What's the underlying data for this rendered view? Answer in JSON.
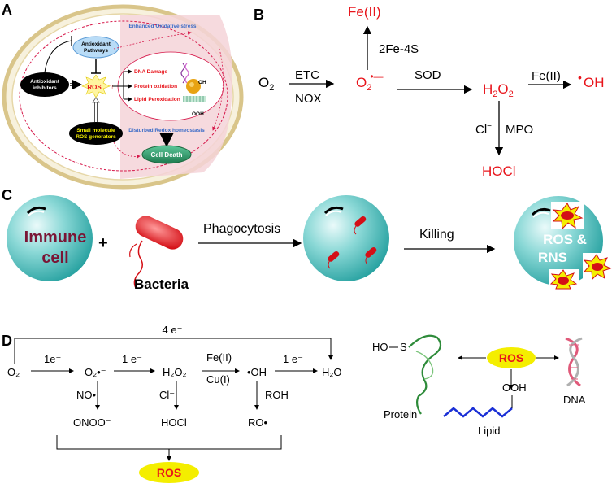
{
  "panels": {
    "a": {
      "letter": "A",
      "antioxidant_pathways": [
        "Antioxidant",
        "Pathways"
      ],
      "antioxidant_inhibitors": [
        "Antioxidant",
        "inhibitors"
      ],
      "small_molecule": [
        "Small molecule",
        "ROS generators"
      ],
      "ros": "ROS",
      "enhanced": "Enhanced Oxidative stress",
      "dna_damage": "DNA Damage",
      "protein_ox": "Protein oxidation",
      "lipid_perox": "Lipid Peroxidation",
      "oh": "OH",
      "ooh": "OOH",
      "disturbed": "Disturbed Redox homeostasis",
      "cell_death": "Cell Death"
    },
    "b": {
      "letter": "B",
      "o2": "O",
      "o2_sub": "2",
      "etc": "ETC",
      "nox": "NOX",
      "superoxide": "O",
      "superoxide_sub": "2",
      "superoxide_sup": "•—",
      "fe2_top": "Fe(II)",
      "two_fe4s": "2Fe-4S",
      "sod": "SOD",
      "h2o2": "H",
      "h2o2_sub": "2",
      "h2o2_o": "O",
      "fe2_right": "Fe(II)",
      "oh_dot": "•",
      "oh": "OH",
      "cl": "Cl",
      "cl_sup": "−",
      "mpo": "MPO",
      "hocl": "HOCl"
    },
    "c": {
      "letter": "C",
      "immune": [
        "Immune",
        "cell"
      ],
      "plus": "+",
      "bacteria": "Bacteria",
      "phagocytosis": "Phagocytosis",
      "killing": "Killing",
      "ros_rns": [
        "ROS &",
        "RNS"
      ]
    },
    "d": {
      "letter": "D",
      "four_e": "4 e⁻",
      "o2": "O₂",
      "one_e_a": "1e⁻",
      "superoxide": "O₂•⁻",
      "one_e_b": "1 e⁻",
      "h2o2": "H₂O₂",
      "fe2": "Fe(II)",
      "cu1": "Cu(I)",
      "oh": "•OH",
      "one_e_c": "1 e⁻",
      "h2o": "H₂O",
      "no": "NO•",
      "onoo": "ONOO⁻",
      "cl": "Cl⁻",
      "hocl": "HOCl",
      "roh": "ROH",
      "ro": "RO•",
      "ros": "ROS",
      "hos": "HO",
      "s": "S",
      "protein": "Protein",
      "ros_center": "ROS",
      "ooh": "OOH",
      "lipid": "Lipid",
      "dna": "DNA"
    }
  },
  "colors": {
    "red": "#e8141b",
    "ros_yellow": "#f4ee00",
    "sphere": "#3fb8b6",
    "cell_text": "#7a1535",
    "panel_a_outer": "#d9c58a"
  }
}
